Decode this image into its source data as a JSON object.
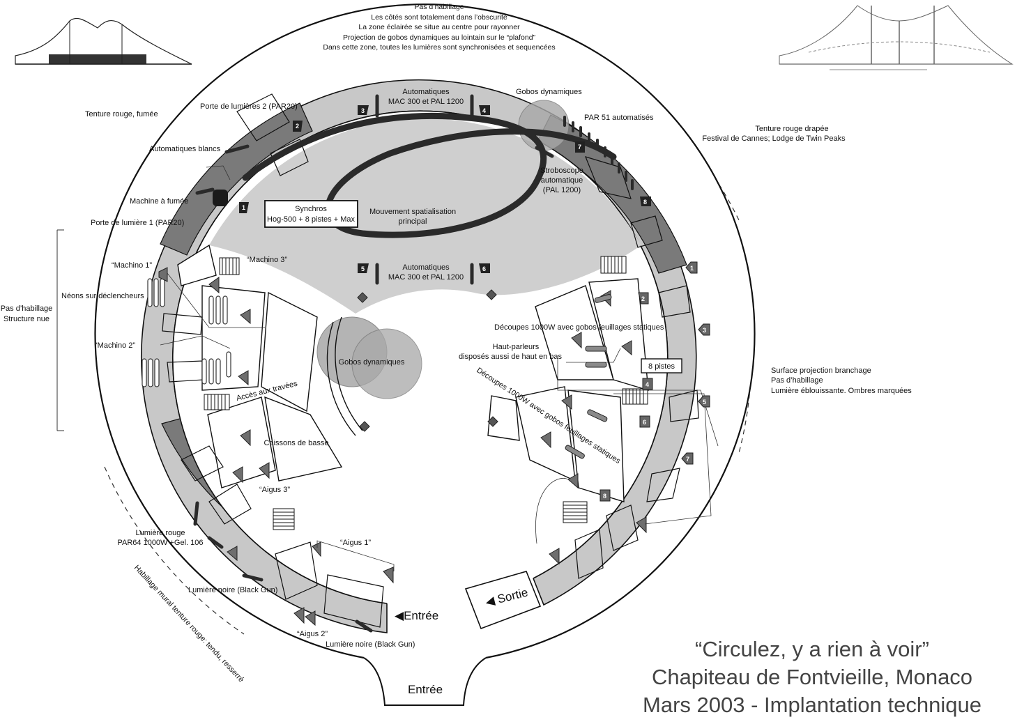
{
  "header_note": {
    "lines": [
      "Pas d’habillage",
      "Les côtés sont totalement dans l’obscurité",
      "La zone éclairée se situe au centre pour rayonner",
      "Projection de gobos dynamiques au lointain sur le “plafond”",
      "Dans cette zone, toutes les lumières sont synchronisées et sequencées"
    ]
  },
  "labels": {
    "tenture_rouge_fumee": "Tenture rouge, fumée",
    "porte_lumieres_2": "Porte de lumières 2 (PAR20)",
    "automatiques_top": [
      "Automatiques",
      "MAC 300 et PAL 1200"
    ],
    "gobos_dynamiques_top": "Gobos dynamiques",
    "par51": "PAR 51 automatisés",
    "tenture_drapee": [
      "Tenture rouge drapée",
      "Festival de Cannes;  Lodge de Twin Peaks"
    ],
    "automatiques_blancs": "Automatiques blancs",
    "stroboscope": [
      "Stroboscope",
      "automatique",
      "(PAL 1200)"
    ],
    "machine_fumee": "Machine à fumée",
    "synchros": [
      "Synchros",
      "Hog-500 + 8 pistes + Max"
    ],
    "mouvement": [
      "Mouvement spatialisation",
      "principal"
    ],
    "porte_lumiere_1": "Porte de lumière 1 (PAR20)",
    "machino_3": "“Machino 3”",
    "machino_1": "“Machino 1”",
    "automatiques_mid": [
      "Automatiques",
      "MAC 300 et PAL 1200"
    ],
    "pas_habillage_left": [
      "Pas d’habillage",
      "Structure nue"
    ],
    "neons": "Néons sur déclencheurs",
    "decoupes_1": "Découpes 1000W avec gobos feuillages statiques",
    "haut_parleurs": [
      "Haut-parleurs",
      "disposés aussi de haut en bas"
    ],
    "machino_2": "“Machino 2”",
    "gobos_dynamiques_center": "Gobos dynamiques",
    "huit_pistes": "8 pistes",
    "surface_projection": [
      "Surface projection branchage",
      "Pas d’habillage",
      "Lumière éblouissante. Ombres marquées"
    ],
    "acces_travees": "Accès aux travées",
    "decoupes_2": "Découpes 1000W avec gobos feuillages statiques",
    "caissons": "Caissons de basse",
    "aigus_3": "“Aigus 3”",
    "lumiere_rouge": [
      "Lumière rouge",
      "PAR64 1000W +Gel. 106"
    ],
    "aigus_1": "“Aigus 1”",
    "lumiere_noire_1": "Lumière noire (Black Gun)",
    "sortie": "◀ Sortie",
    "entree_side": "◀Entrée",
    "aigus_2": "“Aigus 2”",
    "lumiere_noire_2": "Lumière noire (Black Gun)",
    "habillage_mural": "Habillage mural tenture rouge:  tendu, resserré",
    "entree_bottom": "Entrée"
  },
  "markers": {
    "inner": [
      "1",
      "2",
      "3",
      "4",
      "5",
      "6",
      "7",
      "8"
    ],
    "outer": [
      "1",
      "2",
      "3",
      "4",
      "5",
      "6",
      "7",
      "8"
    ]
  },
  "title": {
    "line1": "“Circulez, y a rien à voir”",
    "line2": "Chapiteau de Fontvieille, Monaco",
    "line3": "Mars 2003 - Implantation technique"
  },
  "colors": {
    "ring_light": "#c8c8c8",
    "ring_dark": "#7a7a7a",
    "zone_light": "#cfcfcf",
    "track": "#2a2a2a",
    "gobo": "#a8a8a8"
  }
}
